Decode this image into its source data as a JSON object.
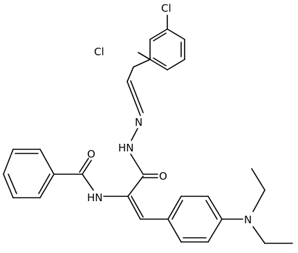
{
  "molecule": {
    "atom_labels": {
      "cl_top": "Cl",
      "cl_ortho": "Cl",
      "n_imine": "N",
      "nh_hydrazide": "HN",
      "o_hydrazide": "O",
      "o_benzamide": "O",
      "nh_benzamide": "HN",
      "n_diethylamino": "N"
    }
  }
}
